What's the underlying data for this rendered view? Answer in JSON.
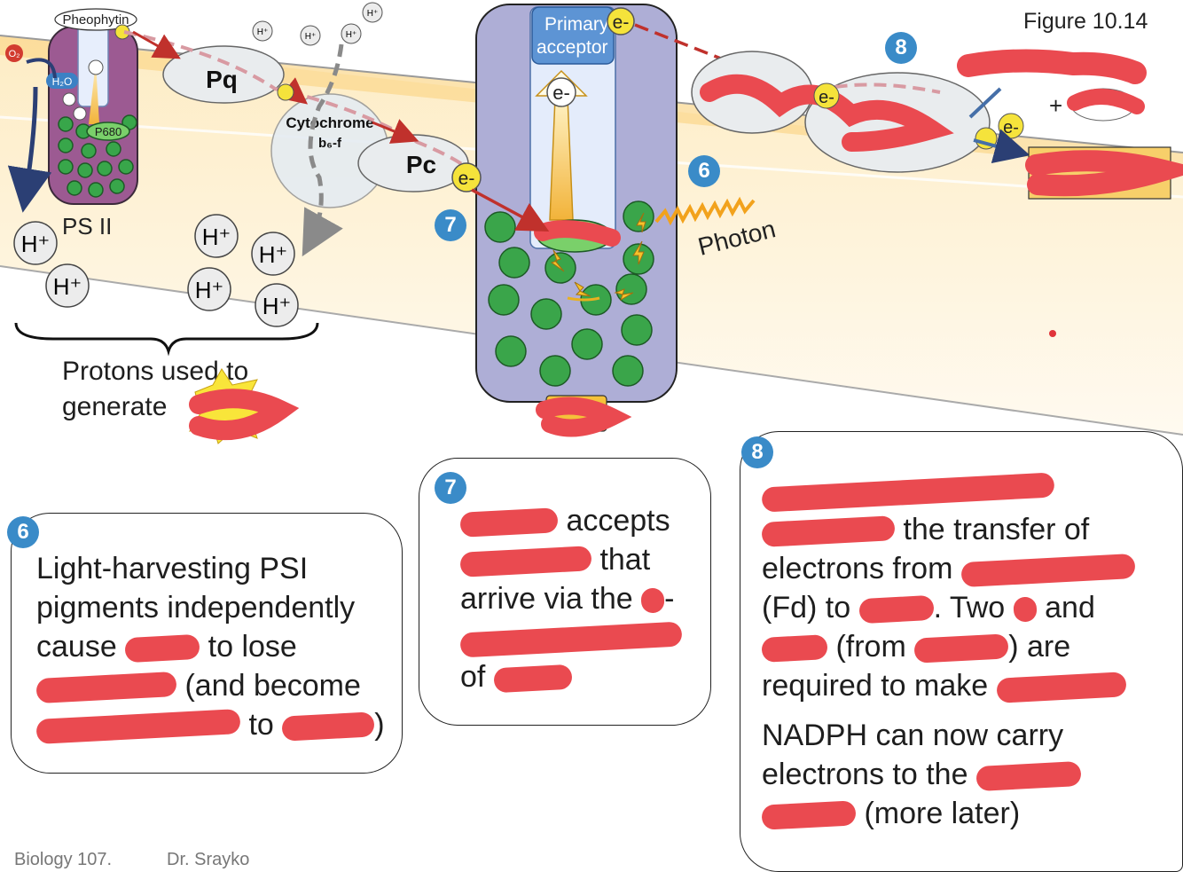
{
  "figure_label": "Figure 10.14",
  "footer": {
    "course": "Biology 107.",
    "instructor": "Dr. Srayko"
  },
  "diagram": {
    "ps2_label": "PS II",
    "pheophytin": "Pheophytin",
    "o2": "O₂",
    "h2o": "H₂O",
    "p680": "P680",
    "pq": "Pq",
    "cytochrome_line1": "Cytochrome",
    "cytochrome_line2": "b₆-f",
    "pc": "Pc",
    "primary_line1": "Primary",
    "primary_line2": "acceptor",
    "electron": "e-",
    "proton": "H⁺",
    "photon": "Photon",
    "plus": "+",
    "protons_line1": "Protons used to",
    "protons_line2": "generate"
  },
  "badges": {
    "six": "6",
    "seven": "7",
    "eight": "8"
  },
  "box6": {
    "badge": "6",
    "line1": "Light-harvesting PSI",
    "line2": "pigments independently",
    "line3_a": "cause",
    "line3_b": "to lose",
    "line4": "(and become",
    "line5_a": "to",
    "line5_b": ")"
  },
  "box7": {
    "badge": "7",
    "line1": "accepts",
    "line2": "that",
    "line3_a": "arrive via the",
    "line3_b": "-",
    "line5": "of"
  },
  "box8": {
    "badge": "8",
    "line2": "the transfer of",
    "line3": "electrons from",
    "line4_a": "(Fd) to",
    "line4_b": ". Two",
    "line4_c": "and",
    "line5_a": "(from",
    "line5_b": ") are",
    "line6": "required to make",
    "line7": "NADPH can now carry",
    "line8": "electrons to the",
    "line9": "(more later)"
  }
}
